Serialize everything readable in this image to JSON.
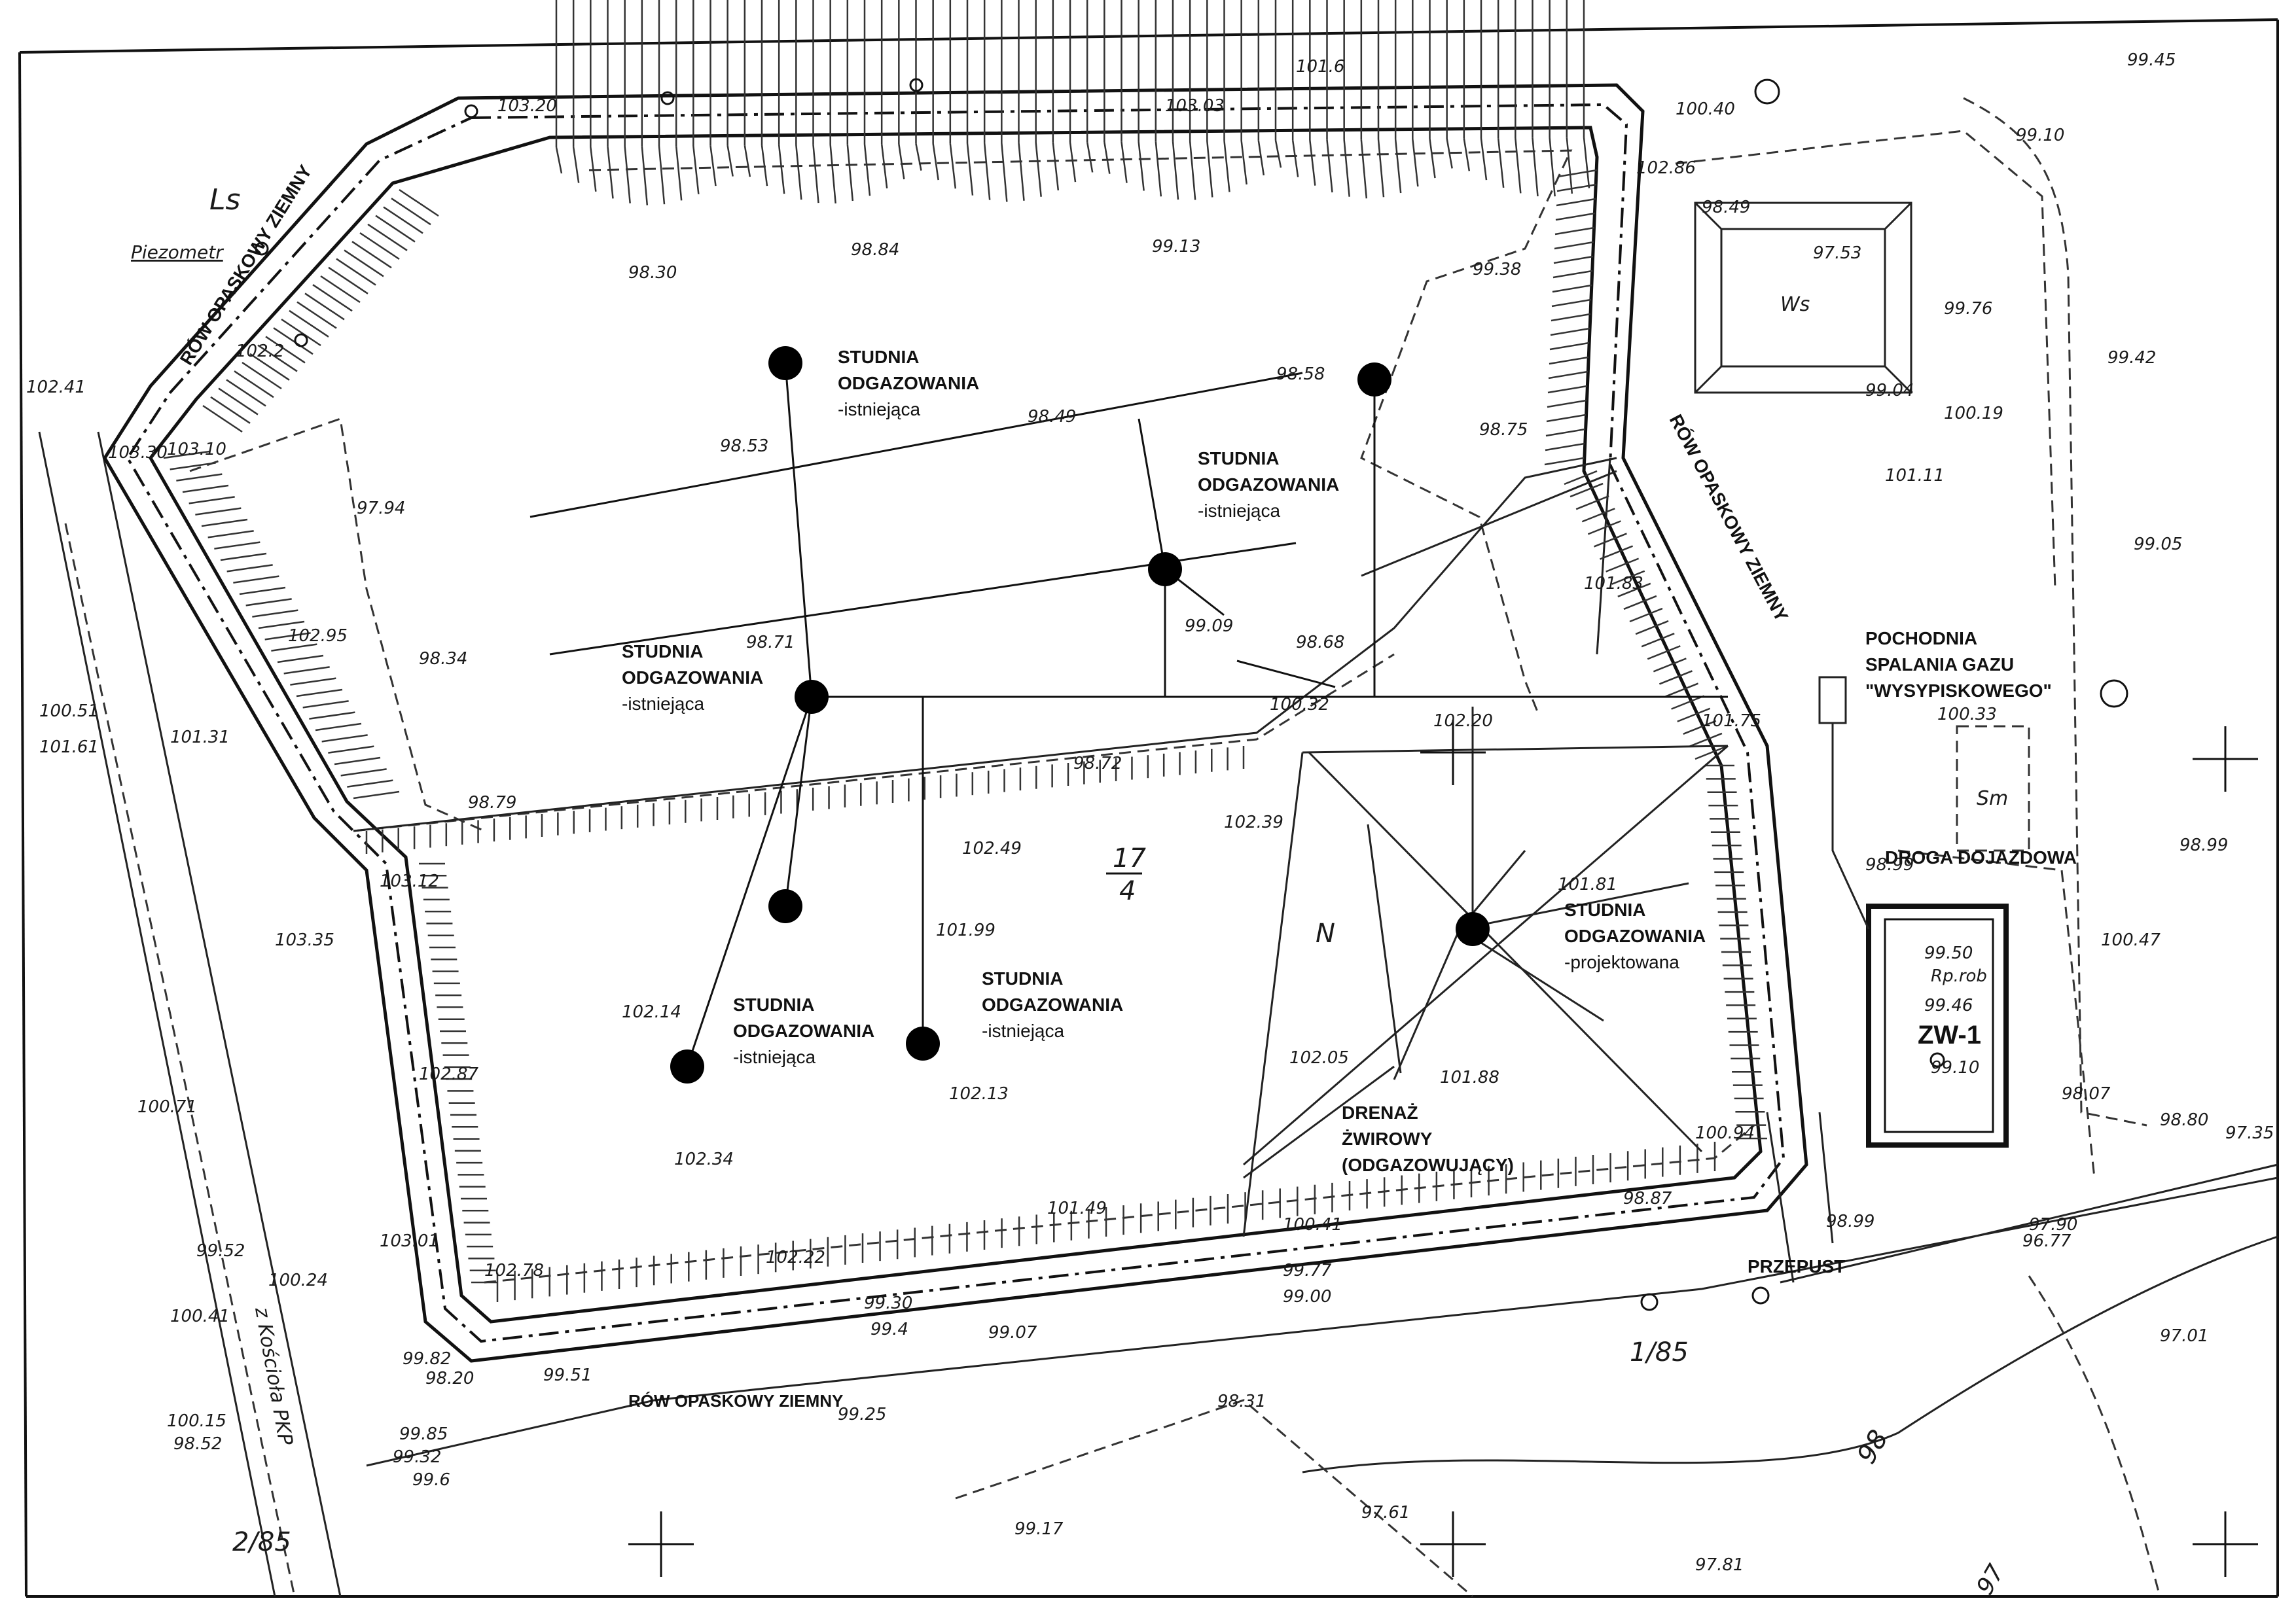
{
  "sheet": {
    "land_use_label": "Ls",
    "piezometer_label": "Piezometr",
    "road_label": "z Kościoła PKP",
    "parcel_number": "17",
    "parcel_denominator": "4",
    "parcel_bottom": "1/85",
    "parcel_left_bottom": "2/85",
    "north_letter": "N",
    "building_ws": "Ws",
    "building_sm": "Sm",
    "contour_98": "98",
    "contour_97_partial": "97"
  },
  "labels": {
    "ditch_top_left": "RÓW OPASKOWY ZIEMNY",
    "ditch_right": "RÓW OPASKOWY ZIEMNY",
    "ditch_bottom": "RÓW OPASKOWY ZIEMNY",
    "well1": [
      "STUDNIA",
      "ODGAZOWANIA",
      "-istniejąca"
    ],
    "well2": [
      "STUDNIA",
      "ODGAZOWANIA",
      "-istniejąca"
    ],
    "well3": [
      "STUDNIA",
      "ODGAZOWANIA",
      "-istniejąca"
    ],
    "well4": [
      "STUDNIA",
      "ODGAZOWANIA",
      "-istniejąca"
    ],
    "well5": [
      "STUDNIA",
      "ODGAZOWANIA",
      "-istniejąca"
    ],
    "well_projected": [
      "STUDNIA",
      "ODGAZOWANIA",
      "-projektowana"
    ],
    "flare": [
      "POCHODNIA",
      "SPALANIA GAZU",
      "\"WYSYPISKOWEGO\""
    ],
    "access_road": "DROGA DOJAZDOWA",
    "tank": "ZW-1",
    "drainage": [
      "DRENAŻ",
      "ŻWIROWY",
      "(ODGAZOWUJĄCY)"
    ],
    "culvert": "PRZEPUST"
  },
  "elevations": {
    "e01": "99.45",
    "e02": "103.20",
    "e03": "103.03",
    "e04": "101.6",
    "e05": "100.40",
    "e06": "99.10",
    "e07": "102.86",
    "e08": "98.49",
    "e09": "97.53",
    "e10": "98.84",
    "e11": "99.13",
    "e12": "98.30",
    "e13": "99.38",
    "e14": "99.76",
    "e15": "99.42",
    "e16": "98.58",
    "e17": "99.04",
    "e18": "100.19",
    "e19": "98.49",
    "e20": "98.53",
    "e21": "98.75",
    "e22": "101.11",
    "e23": "99.05",
    "e24": "97.94",
    "e25": "101.83",
    "e26": "99.09",
    "e27": "98.68",
    "e28": "98.71",
    "e29": "102.95",
    "e30": "98.34",
    "e31": "100.32",
    "e32": "102.20",
    "e33": "101.75",
    "e34": "100.33",
    "e35": "98.72",
    "e36": "98.79",
    "e37": "102.39",
    "e38": "102.49",
    "e39": "103.12",
    "e40": "101.81",
    "e41": "101.99",
    "e42": "98.99",
    "e43": "103.35",
    "e44": "102.14",
    "e45": "102.13",
    "e46": "102.05",
    "e47": "101.88",
    "e48": "102.87",
    "e49": "102.34",
    "e50": "100.94",
    "e51": "98.07",
    "e52": "101.49",
    "e53": "103.01",
    "e54": "102.78",
    "e55": "102.22",
    "e56": "98.99",
    "e57": "97.90",
    "e58": "96.77",
    "e59": "99.07",
    "e60": "99.52",
    "e61": "100.24",
    "e62": "100.41",
    "e63": "99.82",
    "e64": "98.20",
    "e65": "99.51",
    "e66": "99.25",
    "e67": "100.15",
    "e68": "98.52",
    "e69": "99.85",
    "e70": "99.32",
    "e71": "99.6",
    "e72": "98.31",
    "e73": "97.01",
    "e74": "97.61",
    "e75": "97.81",
    "e76": "99.17",
    "e77": "100.71",
    "e78": "101.61",
    "e79": "100.51",
    "e80": "101.31",
    "e81": "102.41",
    "e82": "103.10",
    "e83": "102.2",
    "e84": "103.30",
    "e85": "100.47",
    "e86": "99.50",
    "e87": "99.46",
    "e88": "99.10",
    "e89": "98.80",
    "e90": "97.35",
    "e91": "99.77",
    "e92": "99.00",
    "e93": "98.87",
    "e94": "100.41",
    "e95": "98.99",
    "e96": "99.30",
    "e97": "99.4",
    "e98": "Rp.rob"
  }
}
